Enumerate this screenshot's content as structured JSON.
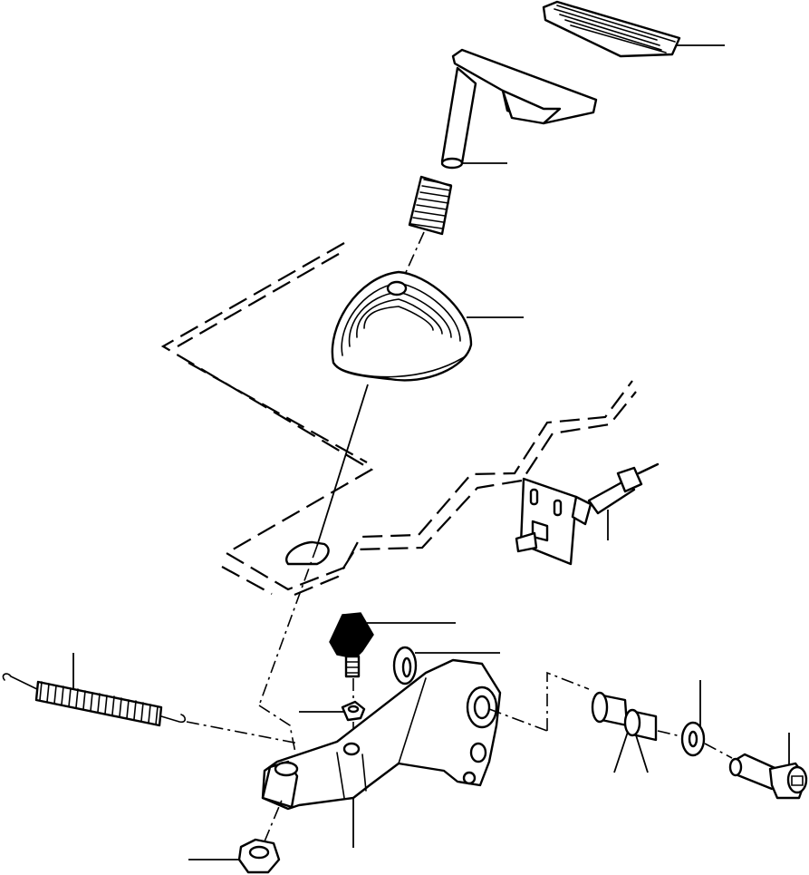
{
  "diagram": {
    "type": "exploded parts drawing (pedal and linkage assembly)",
    "labels_visible": false,
    "parts": [
      {
        "id": "pedal-pad",
        "icon": "pedal-pad"
      },
      {
        "id": "pedal-arm",
        "icon": "pedal-arm"
      },
      {
        "id": "spring-upper",
        "icon": "coil-spring"
      },
      {
        "id": "rubber-boot",
        "icon": "bellows-boot"
      },
      {
        "id": "floor-plate",
        "icon": "dashed-outline"
      },
      {
        "id": "switch-bracket",
        "icon": "bracket-switch"
      },
      {
        "id": "rubber-stop",
        "icon": "bump-stop"
      },
      {
        "id": "washer-left",
        "icon": "washer"
      },
      {
        "id": "lever",
        "icon": "pedal-lever"
      },
      {
        "id": "nut-small",
        "icon": "nut"
      },
      {
        "id": "return-spring",
        "icon": "extension-spring"
      },
      {
        "id": "bushings",
        "icon": "bushing"
      },
      {
        "id": "washer-right",
        "icon": "washer"
      },
      {
        "id": "shoulder-bolt",
        "icon": "bolt"
      },
      {
        "id": "nut-bottom",
        "icon": "nut"
      }
    ]
  }
}
